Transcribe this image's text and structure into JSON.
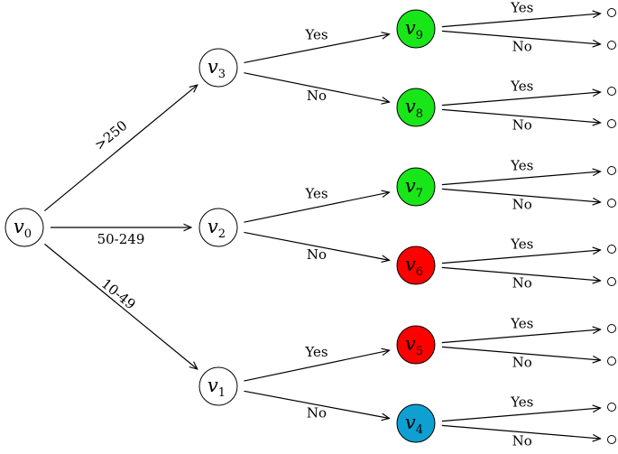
{
  "colors": {
    "green": "#19e619",
    "red": "#ff0000",
    "blue": "#0fa0d2",
    "white": "#ffffff",
    "stroke": "#000000"
  },
  "nodes": [
    {
      "id": "v0",
      "name": "v",
      "sub": "0",
      "fill": "white"
    },
    {
      "id": "v1",
      "name": "v",
      "sub": "1",
      "fill": "white"
    },
    {
      "id": "v2",
      "name": "v",
      "sub": "2",
      "fill": "white"
    },
    {
      "id": "v3",
      "name": "v",
      "sub": "3",
      "fill": "white"
    },
    {
      "id": "v4",
      "name": "v",
      "sub": "4",
      "fill": "blue"
    },
    {
      "id": "v5",
      "name": "v",
      "sub": "5",
      "fill": "red"
    },
    {
      "id": "v6",
      "name": "v",
      "sub": "6",
      "fill": "red"
    },
    {
      "id": "v7",
      "name": "v",
      "sub": "7",
      "fill": "green"
    },
    {
      "id": "v8",
      "name": "v",
      "sub": "8",
      "fill": "green"
    },
    {
      "id": "v9",
      "name": "v",
      "sub": "9",
      "fill": "green"
    }
  ],
  "edges": [
    {
      "from": "v0",
      "to": "v3",
      "label": ">250"
    },
    {
      "from": "v0",
      "to": "v2",
      "label": "50-249"
    },
    {
      "from": "v0",
      "to": "v1",
      "label": "10-49"
    },
    {
      "from": "v3",
      "to": "v9",
      "label": "Yes"
    },
    {
      "from": "v3",
      "to": "v8",
      "label": "No"
    },
    {
      "from": "v2",
      "to": "v7",
      "label": "Yes"
    },
    {
      "from": "v2",
      "to": "v6",
      "label": "No"
    },
    {
      "from": "v1",
      "to": "v5",
      "label": "Yes"
    },
    {
      "from": "v1",
      "to": "v4",
      "label": "No"
    }
  ],
  "leaf_edges": [
    {
      "from": "v9",
      "label": "Yes"
    },
    {
      "from": "v9",
      "label": "No"
    },
    {
      "from": "v8",
      "label": "Yes"
    },
    {
      "from": "v8",
      "label": "No"
    },
    {
      "from": "v7",
      "label": "Yes"
    },
    {
      "from": "v7",
      "label": "No"
    },
    {
      "from": "v6",
      "label": "Yes"
    },
    {
      "from": "v6",
      "label": "No"
    },
    {
      "from": "v5",
      "label": "Yes"
    },
    {
      "from": "v5",
      "label": "No"
    },
    {
      "from": "v4",
      "label": "Yes"
    },
    {
      "from": "v4",
      "label": "No"
    }
  ]
}
